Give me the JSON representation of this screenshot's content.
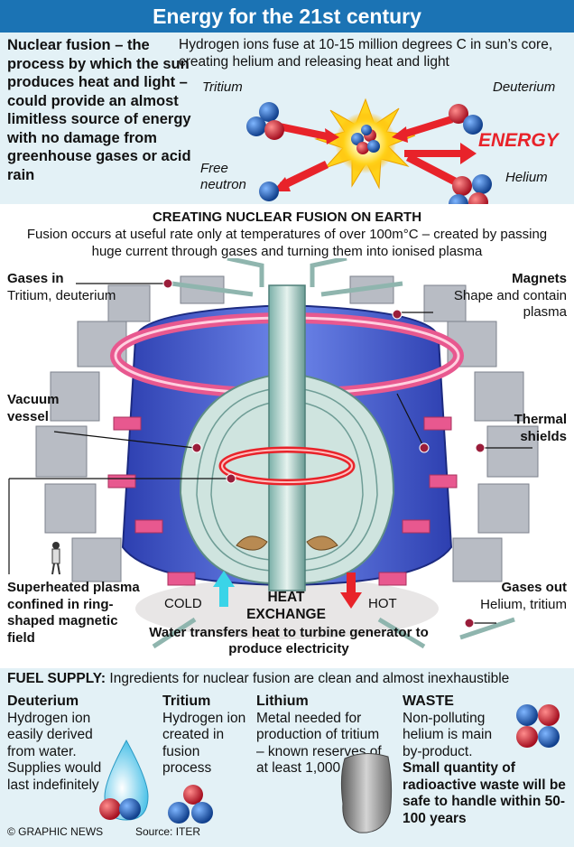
{
  "title": "Energy for the 21st century",
  "intro": {
    "lead": "Nuclear fusion – the process by which the sun produces heat and light – could provide an almost limitless source of energy with no damage from greenhouse gases or acid rain",
    "sun_description": "Hydrogen ions fuse at 10-15 million degrees C in sun’s core, creating helium and releasing heat and light",
    "labels": {
      "tritium": "Tritium",
      "deuterium": "Deuterium",
      "energy": "ENERGY",
      "free_neutron": "Free neutron",
      "helium": "Helium"
    }
  },
  "earth": {
    "heading": "CREATING NUCLEAR FUSION ON EARTH",
    "subheading": "Fusion occurs at useful rate only at temperatures of over 100m°C – created by passing huge current through gases and turning them into ionised plasma",
    "gases_in": {
      "title": "Gases in",
      "text": "Tritium, deuterium"
    },
    "magnets": {
      "title": "Magnets",
      "text": "Shape and contain plasma"
    },
    "vacuum_vessel": "Vacuum vessel",
    "thermal_shields": "Thermal shields",
    "plasma": "Superheated plasma confined in ring-shaped magnetic field",
    "gases_out": {
      "title": "Gases out",
      "text": "Helium, tritium"
    },
    "cold": "COLD",
    "hot": "HOT",
    "heat_exchange": "HEAT EXCHANGE",
    "water": "Water transfers heat to turbine generator to produce electricity"
  },
  "fuel": {
    "label": "FUEL SUPPLY:",
    "text": "Ingredients for nuclear fusion are clean and almost inexhaustible",
    "deuterium": {
      "title": "Deuterium",
      "text": "Hydrogen ion easily derived from water. Supplies would last indefinitely"
    },
    "tritium": {
      "title": "Tritium",
      "text": "Hydrogen ion created in fusion process"
    },
    "lithium": {
      "title": "Lithium",
      "text": "Metal needed for production of tritium – known reserves of at least 1,000 years"
    },
    "waste": {
      "title": "WASTE",
      "text": "Non-polluting helium is main by-product.",
      "bold_text": "Small quantity of radioactive waste will be safe to handle within 50-100 years"
    }
  },
  "credit": "© GRAPHIC NEWS",
  "source": "Source: ITER",
  "colors": {
    "title_bar": "#1b73b4",
    "panel_bg": "#e3f1f6",
    "energy_red": "#e8232a",
    "proton_red": "#c0162a",
    "neutron_blue": "#1f5fb8",
    "magnet_pink": "#e8588f",
    "vessel_blue": "#4a62d0",
    "shield_grey": "#b8bcc4"
  }
}
